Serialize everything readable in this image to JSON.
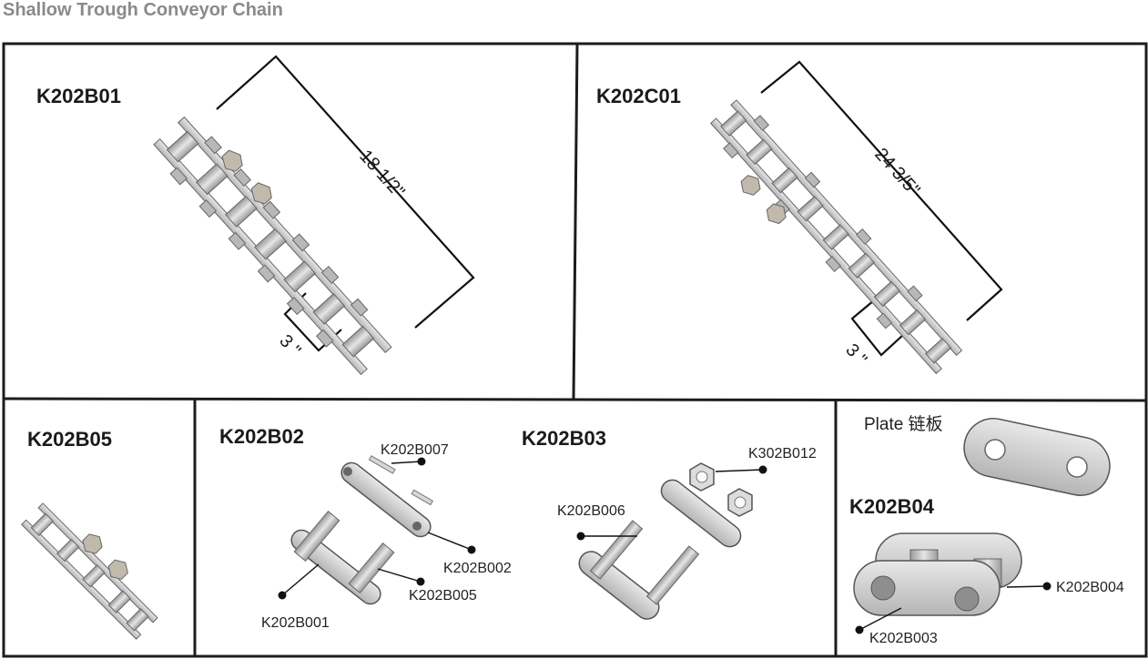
{
  "title": "Shallow Trough Conveyor Chain",
  "panels": {
    "b01": {
      "code": "K202B01",
      "length": "18 1/2\"",
      "pitch": "3 \""
    },
    "c01": {
      "code": "K202C01",
      "length": "24 3/5\"",
      "pitch": "3 \""
    },
    "b05": {
      "code": "K202B05"
    },
    "b02": {
      "code": "K202B02",
      "parts": [
        "K202B007",
        "K202B002",
        "K202B005",
        "K202B001"
      ]
    },
    "b03": {
      "code": "K202B03",
      "parts": [
        "K302B012",
        "K202B006"
      ]
    },
    "b04": {
      "plate_label": "Plate 链板",
      "code": "K202B04",
      "parts": [
        "K202B004",
        "K202B003"
      ]
    }
  },
  "colors": {
    "outline": "#1c1c1c",
    "metal": "#c9c9c9",
    "metal_dark": "#8e8e8e",
    "title": "#8a8a8a"
  }
}
